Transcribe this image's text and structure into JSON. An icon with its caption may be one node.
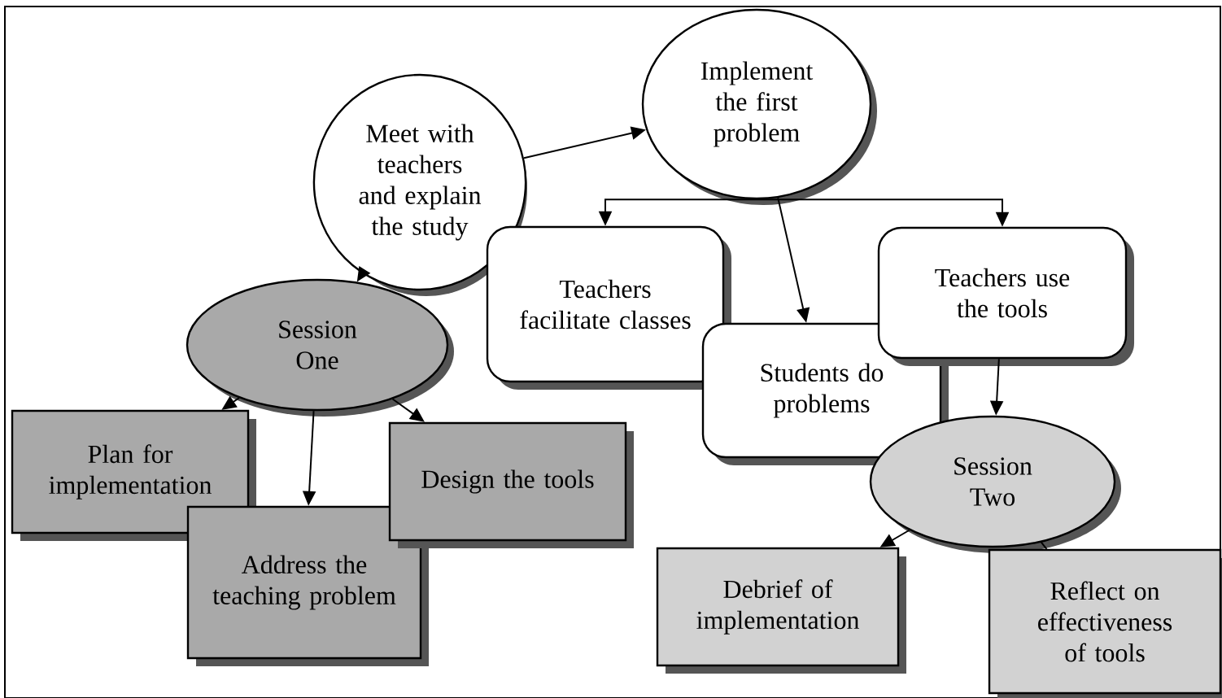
{
  "diagram": {
    "nodes": [
      {
        "text": [
          "Meet with teachers and explain the study"
        ]
      },
      {
        "text": [
          "Implement the first problem"
        ]
      },
      {
        "text": [
          "Teachers facilitate classes"
        ]
      },
      {
        "text": [
          "Students do problems"
        ]
      },
      {
        "text": [
          "Teachers use the tools"
        ]
      },
      {
        "text": [
          "Session One"
        ]
      },
      {
        "text": [
          "Session Two"
        ]
      },
      {
        "text": [
          "Plan for implementation"
        ]
      },
      {
        "text": [
          "Address the teaching problem"
        ]
      },
      {
        "text": [
          "Design the tools"
        ]
      },
      {
        "text": [
          "Debrief of implementation"
        ]
      },
      {
        "text": [
          "Reflect on effectiveness of tools"
        ]
      }
    ],
    "edges": [
      {
        "from": 0,
        "to": 1,
        "arrow": "to"
      },
      {
        "from": 1,
        "to": 2,
        "arrow": "to"
      },
      {
        "from": 1,
        "to": 4,
        "arrow": "to"
      },
      {
        "from": 1,
        "to": 3,
        "arrow": "to"
      },
      {
        "from": 4,
        "to": 6,
        "arrow": "to"
      },
      {
        "from": 0,
        "to": 5,
        "arrow": "to"
      },
      {
        "from": 5,
        "to": 7,
        "arrow": "to"
      },
      {
        "from": 5,
        "to": 8,
        "arrow": "to"
      },
      {
        "from": 5,
        "to": 9,
        "arrow": "to"
      },
      {
        "from": 6,
        "to": 10,
        "arrow": "to"
      },
      {
        "from": 6,
        "to": 11,
        "arrow": "none"
      }
    ]
  }
}
